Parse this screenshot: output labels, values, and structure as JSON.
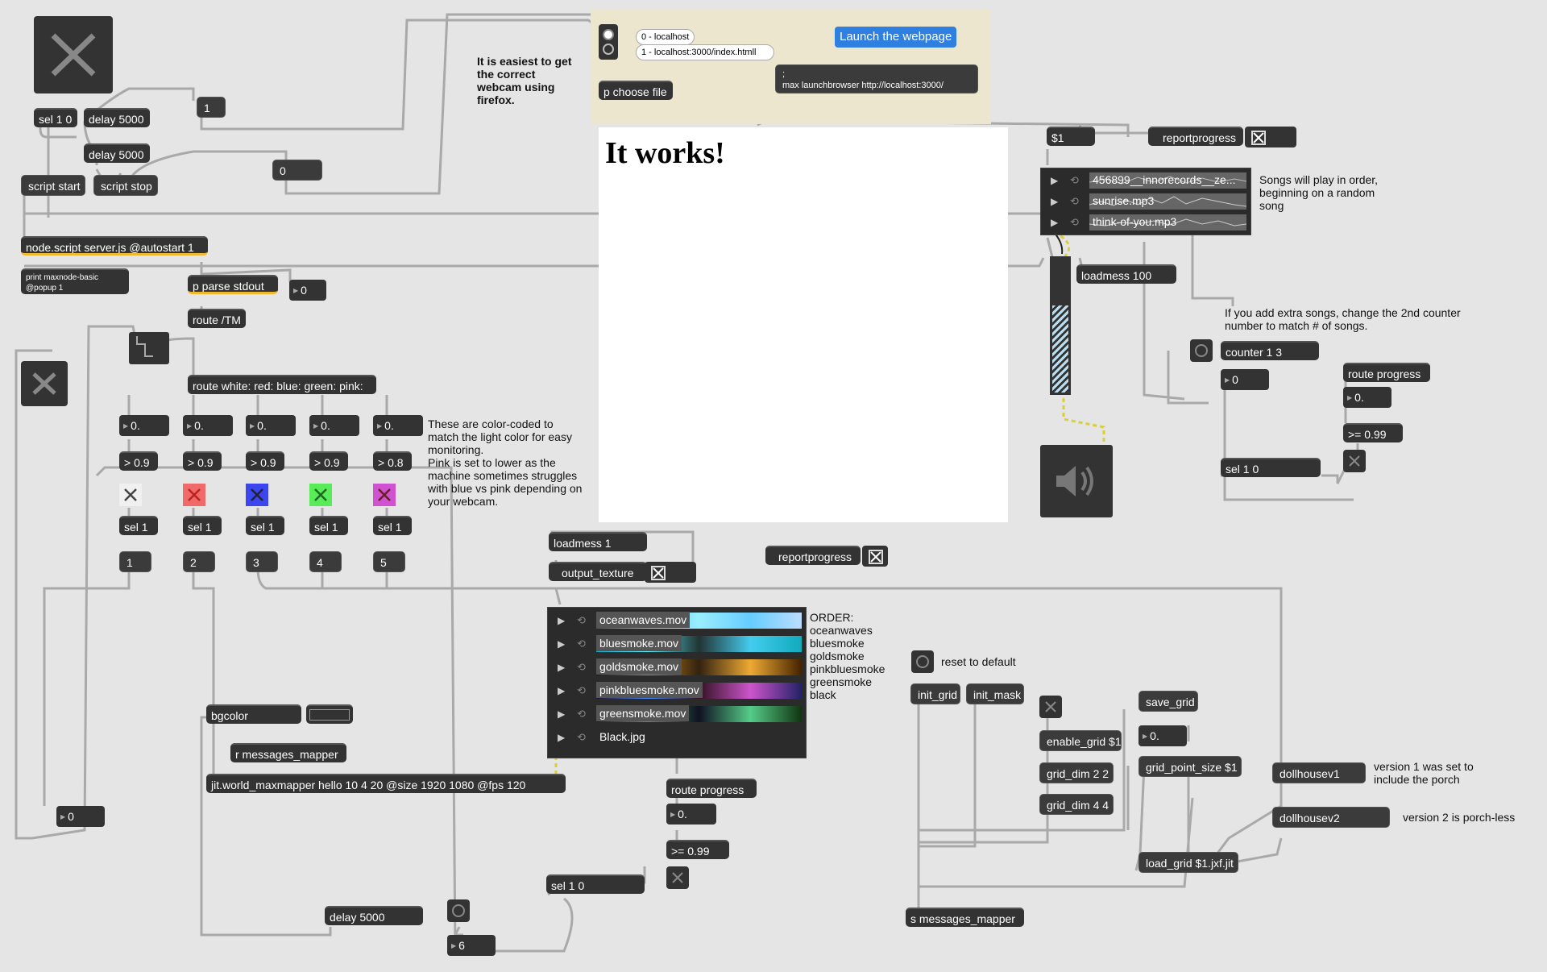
{
  "comments": {
    "webcam_tip": "It is easiest to get\nthe correct\nwebcam using\nfirefox.",
    "color_coded": "These are color-coded to\nmatch the light color for easy\nmonitoring.\nPink is set to lower as the\nmachine sometimes struggles\nwith blue vs pink depending on\nyour webcam.",
    "songs_order": "Songs will play in order,\nbeginning on a random\nsong",
    "extra_songs": "If you add extra songs, change the 2nd counter\nnumber to match # of songs.",
    "order": "ORDER:\noceanwaves\nbluesmoke\ngoldsmoke\npinkbluesmoke\ngreensmoke\nblack",
    "reset_default": "reset to default",
    "version1": "version 1 was set to\ninclude the porch",
    "version2": "version 2 is porch-less"
  },
  "objects": {
    "sel10_top": "sel 1 0",
    "delay5000_a": "delay 5000",
    "delay5000_b": "delay 5000",
    "script_start": "script start",
    "script_stop": "script stop",
    "node_script": "node.script server.js @autostart 1",
    "print": "print maxnode-basic\n@popup 1",
    "parse_stdout": "p parse stdout",
    "route_tm": "route /TM",
    "route_colors": "route white: red: blue: green: pink:",
    "gt09": "> 0.9",
    "gt08": "> 0.8",
    "sel1": "sel 1",
    "bgcolor": "bgcolor",
    "r_messages": "r messages_mapper",
    "jit_world": "jit.world_maxmapper hello 10 4 20 @size 1920 1080 @fps 120",
    "delay5000_c": "delay 5000",
    "p_choose_file": "p choose file",
    "launch_msg": ";\nmax launchbrowser http://localhost:3000/",
    "launch_button": "Launch the webpage",
    "web_heading": "It works!",
    "dollar1": "$1",
    "reportprogress": "reportprogress",
    "loadmess100": "loadmess 100",
    "counter": "counter 1 3",
    "route_progress": "route progress",
    "gte099": ">= 0.99",
    "sel10": "sel 1 0",
    "loadmess1": "loadmess 1",
    "output_texture": "output_texture",
    "init_grid": "init_grid",
    "init_mask": "init_mask",
    "enable_grid": "enable_grid $1",
    "grid_dim22": "grid_dim 2 2",
    "grid_dim44": "grid_dim 4 4",
    "save_grid": "save_grid",
    "grid_point_size": "grid_point_size $1",
    "load_grid": "load_grid $1.jxf.jit",
    "dollhousev1": "dollhousev1",
    "dollhousev2": "dollhousev2",
    "s_messages": "s messages_mapper"
  },
  "numbers": {
    "n1": "1",
    "n0a": "0",
    "n0b": "0",
    "n0c": "0",
    "n0d": "0",
    "c1": "1",
    "c2": "2",
    "c3": "3",
    "c4": "4",
    "c5": "5",
    "f0": "0.",
    "n6": "6"
  },
  "umenu": {
    "opt0": "0 - localhost",
    "opt1": "1 - localhost:3000/index.htmll"
  },
  "audio_playlist": [
    {
      "name": "456899__innorecords__ze..."
    },
    {
      "name": "sunrise.mp3"
    },
    {
      "name": "think-of-you.mp3"
    }
  ],
  "video_playlist": [
    {
      "name": "oceanwaves.mov"
    },
    {
      "name": "bluesmoke.mov"
    },
    {
      "name": "goldsmoke.mov"
    },
    {
      "name": "pinkbluesmoke.mov"
    },
    {
      "name": "greensmoke.mov"
    },
    {
      "name": "Black.jpg"
    }
  ],
  "colors": {
    "white": "#f0f0f0",
    "red": "#f06a6a",
    "blue": "#3b46ef",
    "green": "#58ec58",
    "pink": "#d152d1",
    "accent": "#f2b730",
    "link_blue": "#2f7fe0"
  },
  "slider_level": 0.65
}
